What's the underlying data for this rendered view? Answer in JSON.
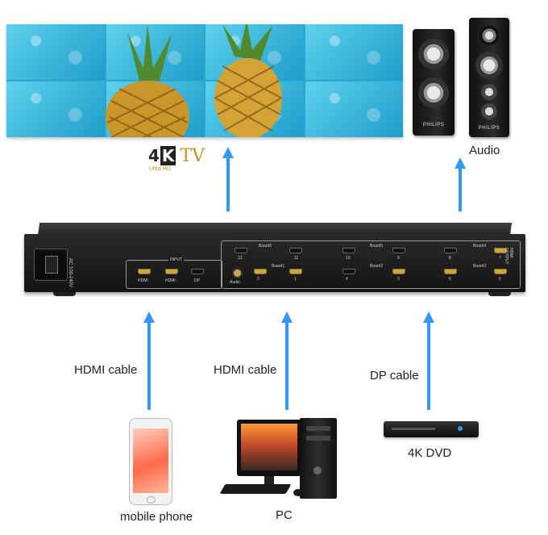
{
  "colors": {
    "arrow": "#3399f0",
    "tv_gold": "#b8962e"
  },
  "tv_logo": {
    "four": "4",
    "k": "K",
    "tv": "TV",
    "ultra_hd": "Ultra HD"
  },
  "speaker_brand": "PHILIPS",
  "labels": {
    "audio": "Audio",
    "hdmi_cable_1": "HDMI cable",
    "hdmi_cable_2": "HDMI cable",
    "dp_cable": "DP cable",
    "dvd": "4K DVD",
    "phone": "mobile phone",
    "pc": "PC"
  },
  "device": {
    "power": "AC 100-240V",
    "input_title": "INPUT",
    "input_ports": [
      "HDMI",
      "HDMI",
      "DP"
    ],
    "output_label": "HDMI OUTPUT",
    "audio_label": "Audio",
    "boards": {
      "board6": "Board6",
      "board5": "Board5",
      "board4": "Board4",
      "board1": "Board1",
      "board2": "Board2",
      "board3": "Board3"
    },
    "port_numbers": {
      "p12": "12",
      "p11": "11",
      "p10": "10",
      "p9": "9",
      "p8": "8",
      "p7": "7",
      "p2": "2",
      "p1": "1",
      "p4": "4",
      "p3": "3",
      "p6": "6",
      "p5": "5"
    }
  }
}
